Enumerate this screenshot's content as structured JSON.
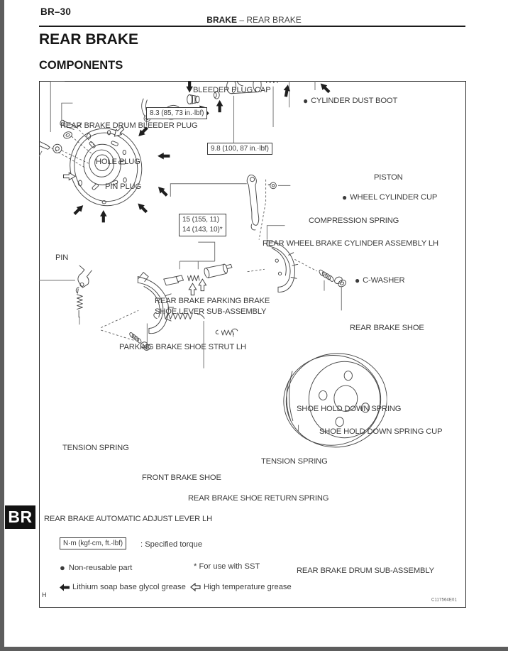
{
  "page": {
    "page_number": "BR–30",
    "running_header": {
      "section": "BRAKE",
      "separator": "–",
      "subsection": "REAR BRAKE"
    },
    "title": "REAR BRAKE",
    "section_heading": "COMPONENTS",
    "side_tab": "BR",
    "footer_letter": "H",
    "figure_number": "C117564E01"
  },
  "symbols": {
    "bullet": "●"
  },
  "figure": {
    "labels": {
      "bleeder_plug_cap": "BLEEDER PLUG CAP",
      "cylinder_dust_boot": "CYLINDER DUST BOOT",
      "rear_brake_drum_bleeder_plug": "REAR BRAKE DRUM BLEEDER PLUG",
      "hole_plug": "HOLE PLUG",
      "pin_plug": "PIN PLUG",
      "piston": "PISTON",
      "wheel_cylinder_cup": "WHEEL CYLINDER CUP",
      "compression_spring": "COMPRESSION SPRING",
      "rear_wheel_brake_cylinder_assembly": "REAR WHEEL BRAKE CYLINDER ASSEMBLY LH",
      "pin": "PIN",
      "c_washer": "C-WASHER",
      "parking_brake_lever_line1": "REAR BRAKE PARKING BRAKE",
      "parking_brake_lever_line2": "SHOE LEVER SUB-ASSEMBLY",
      "rear_brake_shoe": "REAR BRAKE SHOE",
      "parking_brake_shoe_strut": "PARKING BRAKE SHOE STRUT LH",
      "shoe_hold_down_spring": "SHOE HOLD DOWN SPRING",
      "shoe_hold_down_spring_cup": "SHOE HOLD DOWN SPRING CUP",
      "tension_spring_left": "TENSION SPRING",
      "tension_spring_center": "TENSION SPRING",
      "front_brake_shoe": "FRONT BRAKE SHOE",
      "rear_brake_shoe_return_spring": "REAR BRAKE SHOE RETURN SPRING",
      "rear_brake_automatic_adjust_lever": "REAR BRAKE AUTOMATIC ADJUST LEVER LH",
      "rear_brake_drum_sub_assembly": "REAR BRAKE DRUM SUB-ASSEMBLY"
    },
    "torque_specs": {
      "bleeder_plug": "8.3 (85, 73 in.·lbf)",
      "union_fitting": "9.8 (100, 87 in.·lbf)",
      "cylinder_line1": "15 (155, 11)",
      "cylinder_line2": "14 (143, 10)*"
    },
    "legend": {
      "torque_unit": "N·m (kgf·cm, ft.·lbf)",
      "torque_desc": ": Specified torque",
      "non_reusable": "Non-reusable part",
      "sst_note": "* For use with SST",
      "lithium_grease": "Lithium soap base glycol grease",
      "high_temp_grease": "High temperature grease"
    }
  },
  "colors": {
    "ink": "#3b3b3b",
    "page_edge": "#5d5d5d"
  }
}
